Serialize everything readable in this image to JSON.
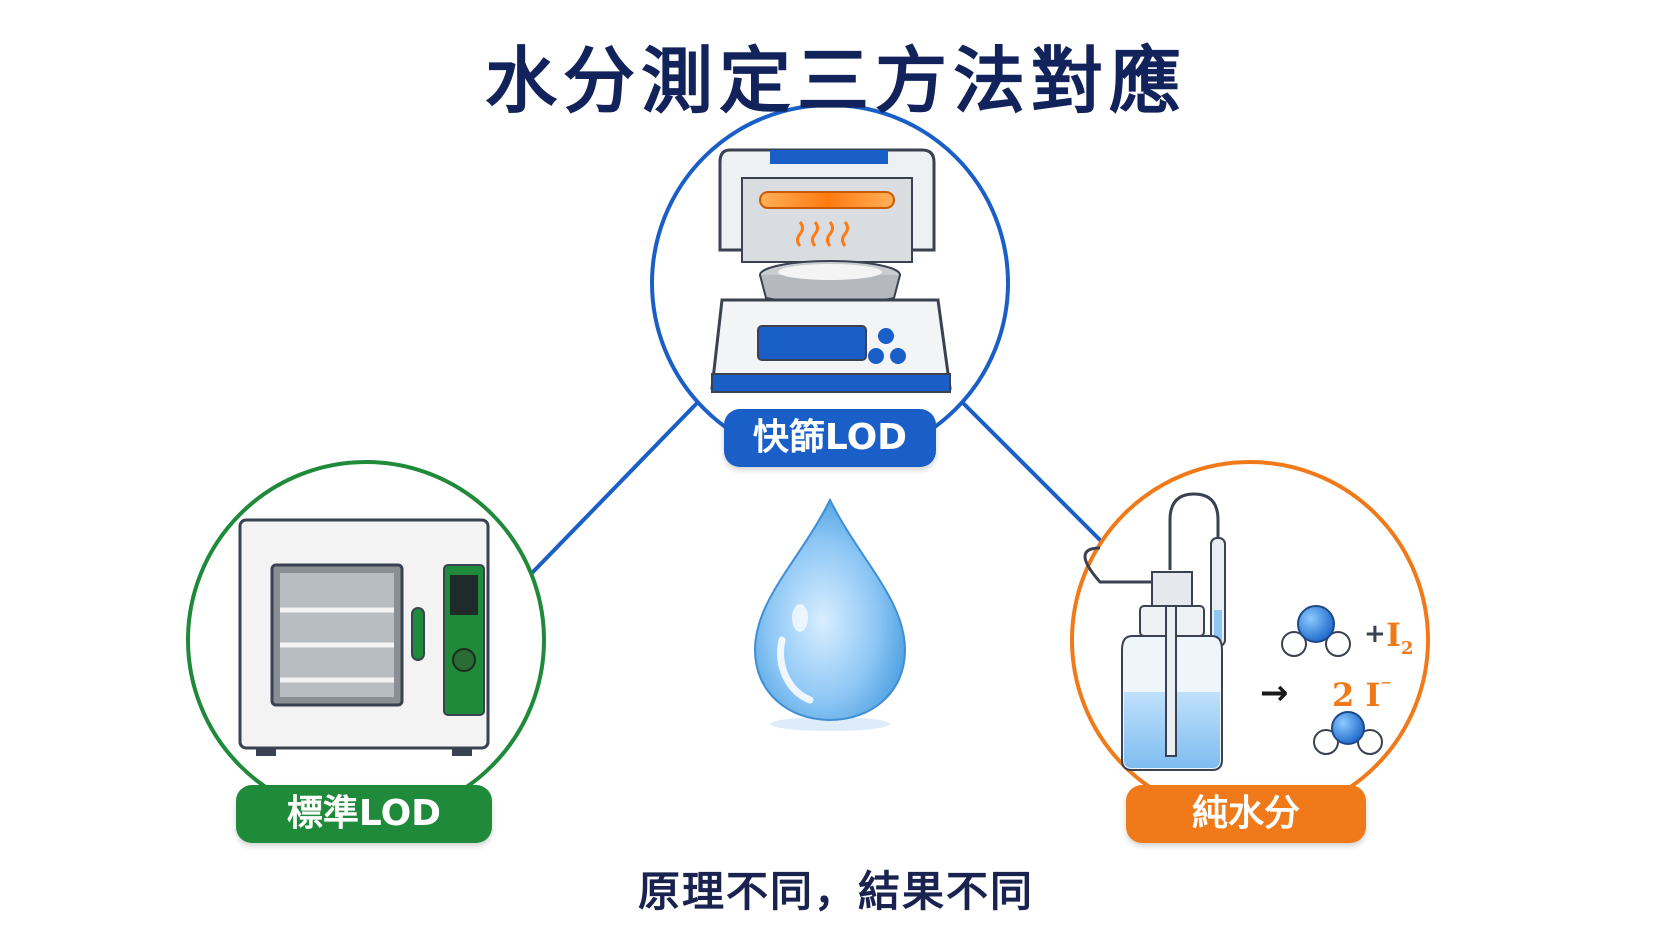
{
  "title": "水分測定三方法對應",
  "footer": "原理不同，結果不同",
  "colors": {
    "title": "#12235b",
    "blue": "#1a5fc8",
    "green": "#1e8a3a",
    "orange": "#f07a1a"
  },
  "methods": {
    "rapid": {
      "label": "快篩LOD",
      "icon": "moisture-analyzer-icon"
    },
    "standard": {
      "label": "標準LOD",
      "icon": "drying-oven-icon"
    },
    "water": {
      "label": "純水分",
      "icon": "karl-fischer-titration-icon"
    }
  },
  "reaction": {
    "plus": "+",
    "reagent_main": "I",
    "reagent_sub": "2",
    "product_main": "2 I",
    "product_sup": "⁻",
    "arrow": "→"
  },
  "center_icon": "water-drop-icon"
}
